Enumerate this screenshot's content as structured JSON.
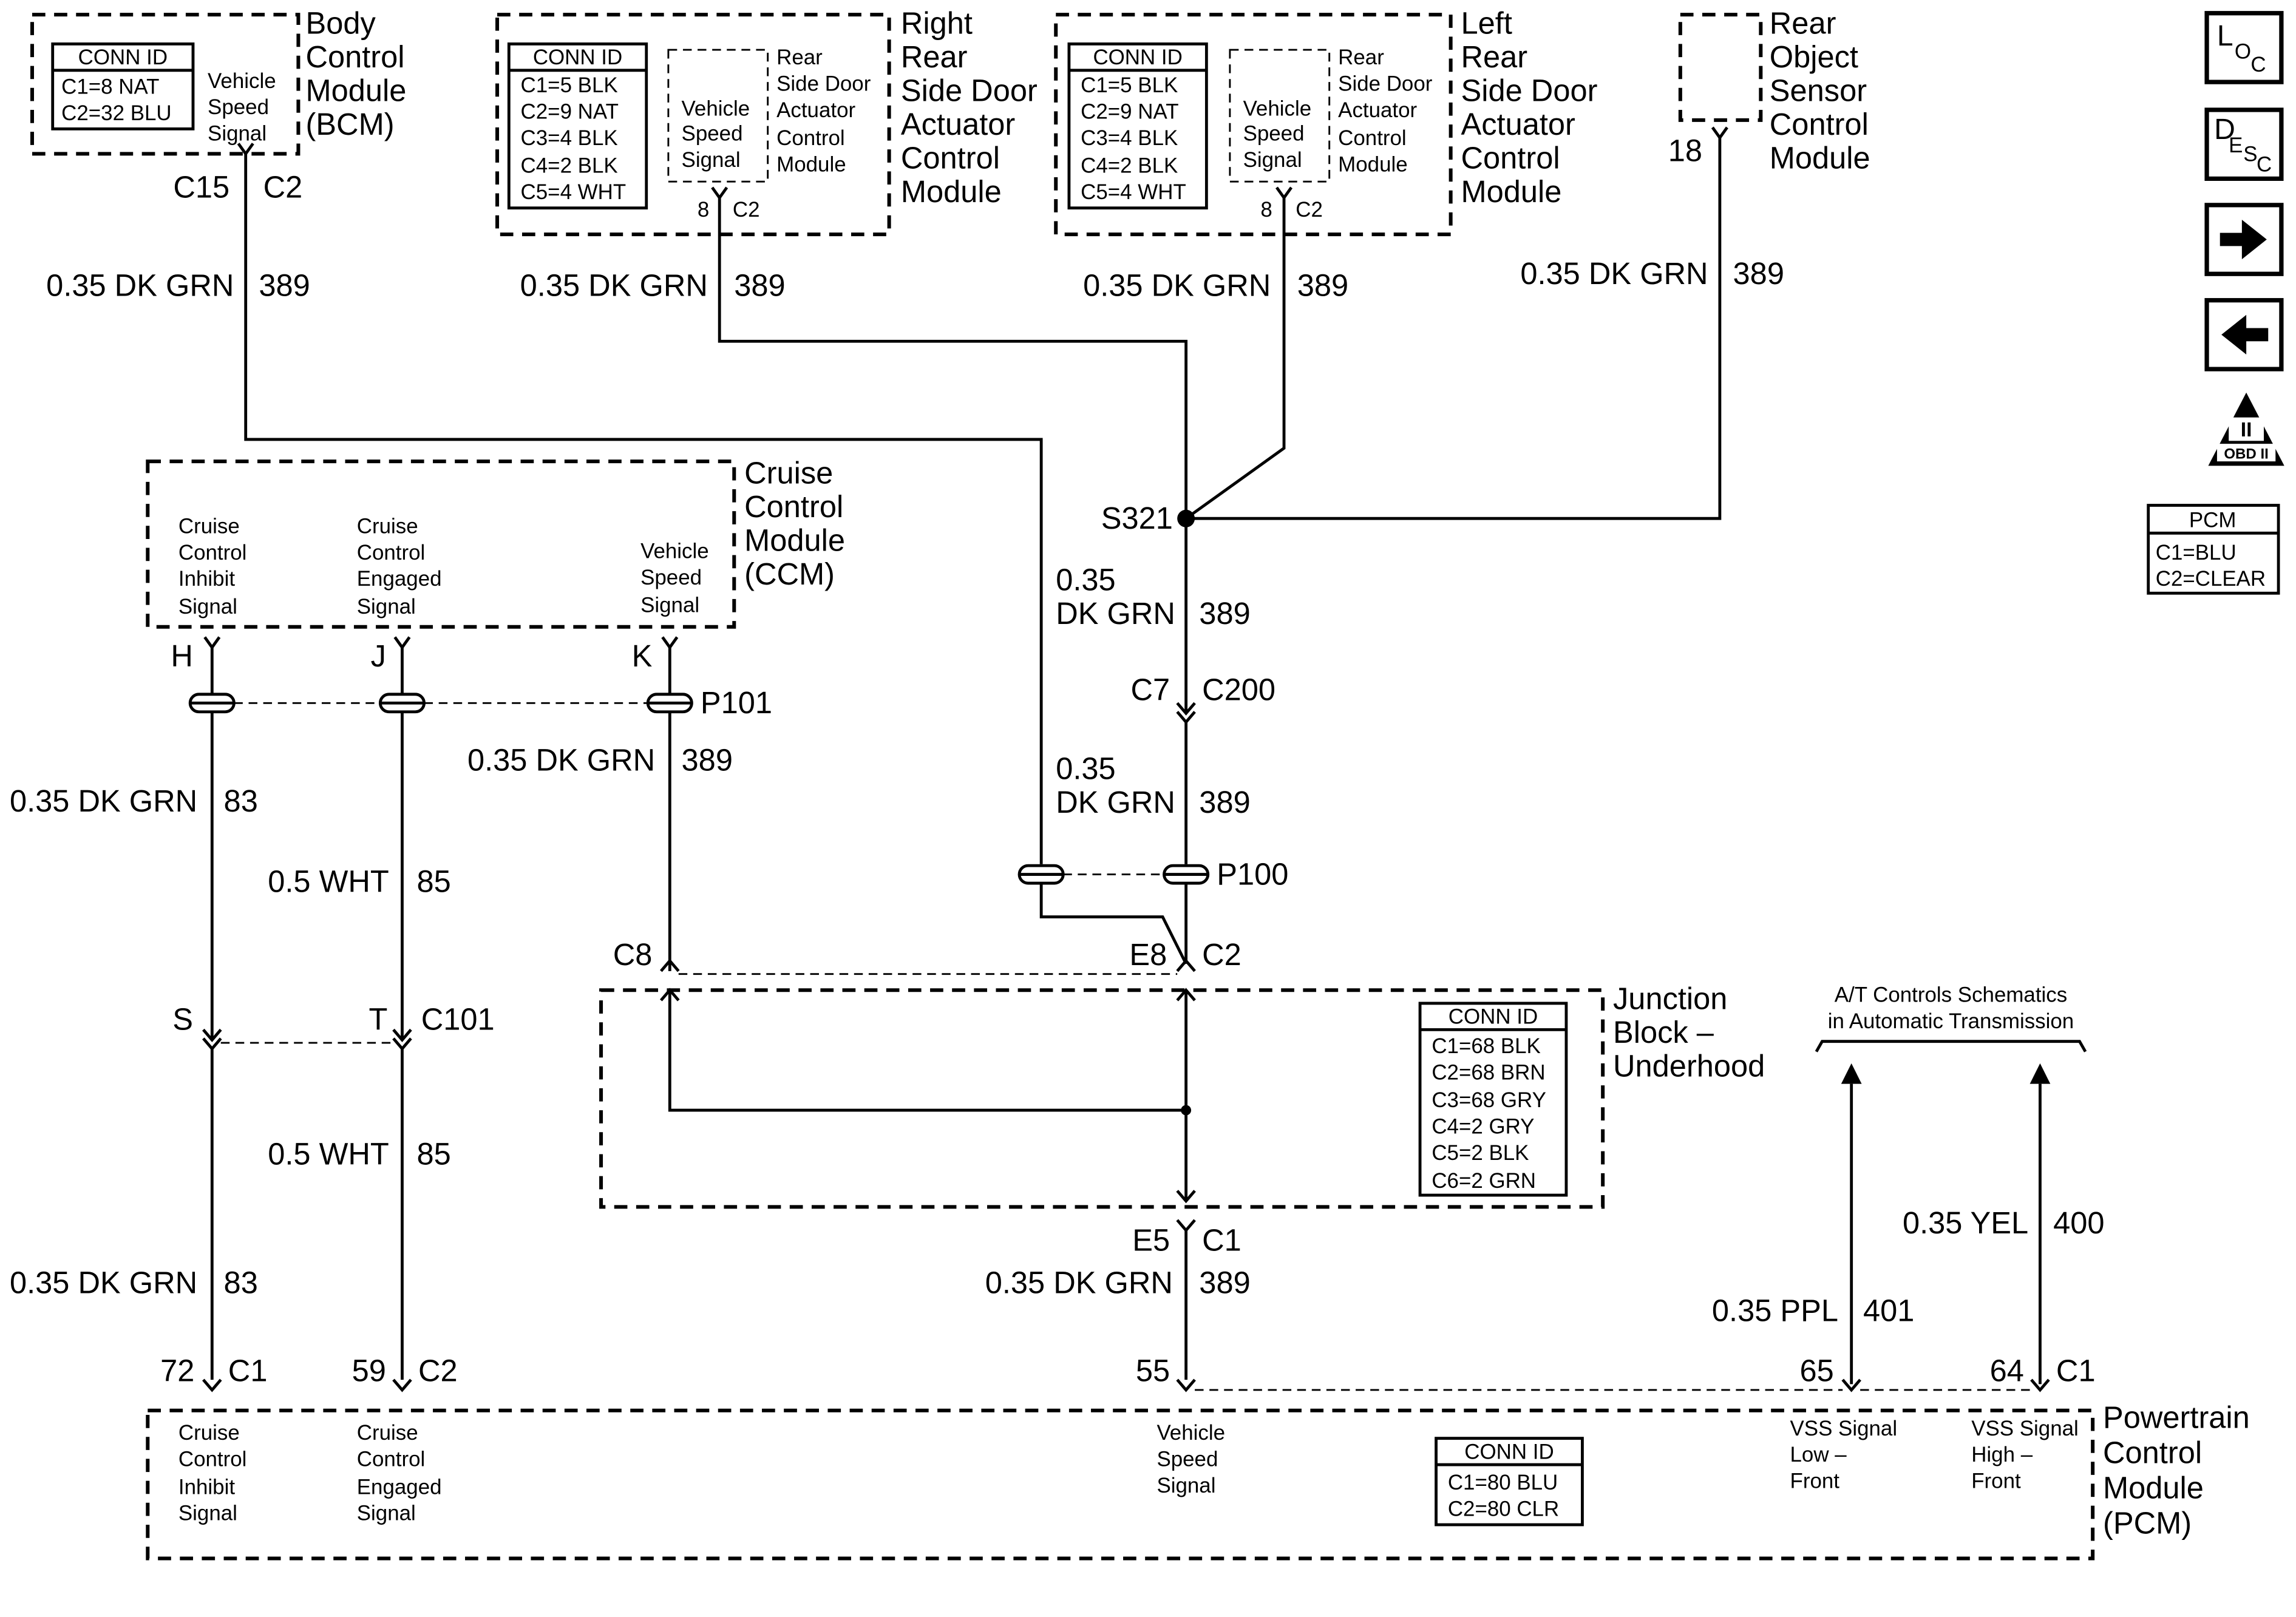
{
  "modules": {
    "bcm": {
      "name": [
        "Body",
        "Control",
        "Module",
        "(BCM)"
      ],
      "conn_id_title": "CONN ID",
      "conn_id_rows": [
        "C1=8 NAT",
        "C2=32 BLU"
      ],
      "signal": [
        "Vehicle",
        "Speed",
        "Signal"
      ]
    },
    "right_rear_door": {
      "name": [
        "Right",
        "Rear",
        "Side Door",
        "Actuator",
        "Control",
        "Module"
      ],
      "conn_id_title": "CONN ID",
      "conn_id_rows": [
        "C1=5 BLK",
        "C2=9 NAT",
        "C3=4 BLK",
        "C4=2 BLK",
        "C5=4 WHT"
      ],
      "inner_module": [
        "Rear",
        "Side Door",
        "Actuator",
        "Control",
        "Module"
      ],
      "signal": [
        "Vehicle",
        "Speed",
        "Signal"
      ],
      "pin": "8",
      "connector": "C2"
    },
    "left_rear_door": {
      "name": [
        "Left",
        "Rear",
        "Side Door",
        "Actuator",
        "Control",
        "Module"
      ],
      "conn_id_title": "CONN ID",
      "conn_id_rows": [
        "C1=5 BLK",
        "C2=9 NAT",
        "C3=4 BLK",
        "C4=2 BLK",
        "C5=4 WHT"
      ],
      "inner_module": [
        "Rear",
        "Side Door",
        "Actuator",
        "Control",
        "Module"
      ],
      "signal": [
        "Vehicle",
        "Speed",
        "Signal"
      ],
      "pin": "8",
      "connector": "C2"
    },
    "rear_object_sensor": {
      "name": [
        "Rear",
        "Object",
        "Sensor",
        "Control",
        "Module"
      ],
      "pin": "18"
    },
    "ccm": {
      "name": [
        "Cruise",
        "Control",
        "Module",
        "(CCM)"
      ],
      "signal_inhibit": [
        "Cruise",
        "Control",
        "Inhibit",
        "Signal"
      ],
      "signal_engaged": [
        "Cruise",
        "Control",
        "Engaged",
        "Signal"
      ],
      "signal_vss": [
        "Vehicle",
        "Speed",
        "Signal"
      ],
      "pins": [
        "H",
        "J",
        "K"
      ]
    },
    "junction_block": {
      "name": [
        "Junction",
        "Block –",
        "Underhood"
      ],
      "conn_id_title": "CONN ID",
      "conn_id_rows": [
        "C1=68 BLK",
        "C2=68 BRN",
        "C3=68 GRY",
        "C4=2 GRY",
        "C5=2 BLK",
        "C6=2 GRN"
      ]
    },
    "pcm": {
      "name": [
        "Powertrain",
        "Control",
        "Module",
        "(PCM)"
      ],
      "conn_id_title": "CONN ID",
      "conn_id_rows": [
        "C1=80 BLU",
        "C2=80 CLR"
      ],
      "signal_inhibit": [
        "Cruise",
        "Control",
        "Inhibit",
        "Signal"
      ],
      "signal_engaged": [
        "Cruise",
        "Control",
        "Engaged",
        "Signal"
      ],
      "signal_vss": [
        "Vehicle",
        "Speed",
        "Signal"
      ],
      "signal_vss_low": [
        "VSS Signal",
        "Low –",
        "Front"
      ],
      "signal_vss_high": [
        "VSS Signal",
        "High –",
        "Front"
      ]
    }
  },
  "wires": {
    "bcm_wire": {
      "label": "0.35 DK GRN",
      "circuit": "389"
    },
    "right_door_wire": {
      "label": "0.35 DK GRN",
      "circuit": "389"
    },
    "left_door_wire": {
      "label": "0.35 DK GRN",
      "circuit": "389"
    },
    "rear_obj_wire": {
      "label": "0.35 DK GRN",
      "circuit": "389"
    },
    "s321_below": {
      "label": [
        "0.35",
        "DK GRN"
      ],
      "circuit": "389"
    },
    "c200_below": {
      "label": [
        "0.35",
        "DK GRN"
      ],
      "circuit": "389"
    },
    "ccm_k_wire": {
      "label": "0.35 DK GRN",
      "circuit": "389"
    },
    "h_upper": {
      "label": "0.35 DK GRN",
      "circuit": "83"
    },
    "h_lower": {
      "label": "0.35 DK GRN",
      "circuit": "83"
    },
    "j_upper": {
      "label": "0.5 WHT",
      "circuit": "85"
    },
    "j_lower": {
      "label": "0.5 WHT",
      "circuit": "85"
    },
    "jb_out": {
      "label": "0.35 DK GRN",
      "circuit": "389"
    },
    "ppl_wire": {
      "label": "0.35 PPL",
      "circuit": "401"
    },
    "yel_wire": {
      "label": "0.35 YEL",
      "circuit": "400"
    }
  },
  "connectors": {
    "bcm_pin": "C15",
    "bcm_conn": "C2",
    "splice": "S321",
    "c7": "C7",
    "c200": "C200",
    "p101": "P101",
    "p100": "P100",
    "c8": "C8",
    "e8": "E8",
    "c2_jb": "C2",
    "s_pin": "S",
    "t_pin": "T",
    "c101": "C101",
    "e5": "E5",
    "c1_jb": "C1",
    "pcm_72": "72",
    "pcm_c1a": "C1",
    "pcm_59": "59",
    "pcm_c2": "C2",
    "pcm_55": "55",
    "pcm_65": "65",
    "pcm_64": "64",
    "pcm_c1b": "C1"
  },
  "at_reference": [
    "A/T Controls Schematics",
    "in Automatic Transmission"
  ],
  "sidebar": {
    "loc": {
      "l": "L",
      "o": "O",
      "c": "C"
    },
    "desc": {
      "d": "D",
      "e": "E",
      "s": "S",
      "c": "C"
    },
    "next_icon": "arrow-right-icon",
    "prev_icon": "arrow-left-icon",
    "obd": {
      "numeral": "II",
      "label": "OBD II"
    },
    "pcm_legend": {
      "title": "PCM",
      "rows": [
        "C1=BLU",
        "C2=CLEAR"
      ]
    }
  }
}
